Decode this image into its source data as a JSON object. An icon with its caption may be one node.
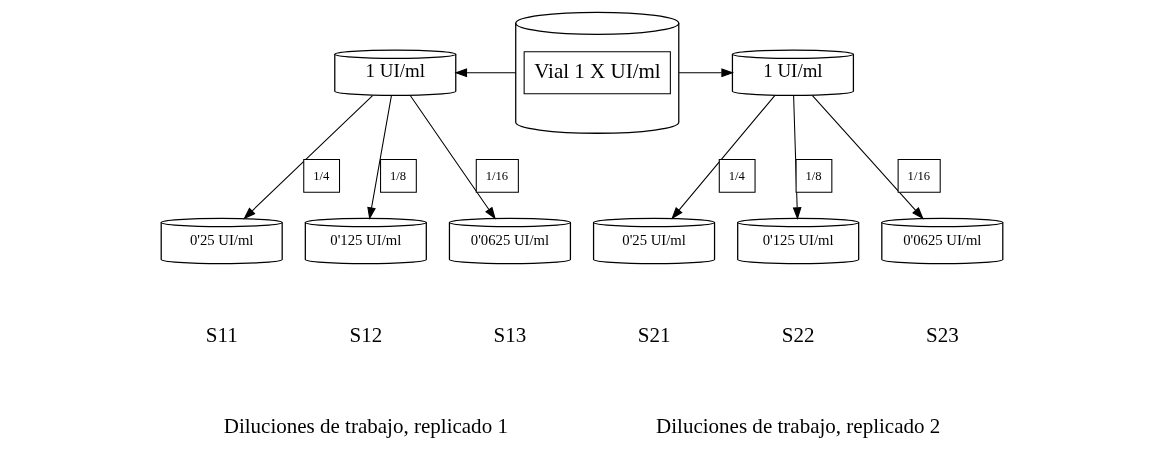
{
  "diagram": {
    "nodes": [
      {
        "text": [
          "Vial 1 X UI/ml"
        ]
      },
      {
        "text": [
          "1 UI/ml"
        ]
      },
      {
        "text": [
          "1 UI/ml"
        ]
      },
      {
        "text": [
          "0'25 UI/ml"
        ],
        "beside": [
          "S11"
        ]
      },
      {
        "text": [
          "0'125 UI/ml"
        ],
        "beside": [
          "S12"
        ]
      },
      {
        "text": [
          "0'0625 UI/ml"
        ],
        "beside": [
          "S13"
        ]
      },
      {
        "text": [
          "0'25 UI/ml"
        ],
        "beside": [
          "S21"
        ]
      },
      {
        "text": [
          "0'125 UI/ml"
        ],
        "beside": [
          "S22"
        ]
      },
      {
        "text": [
          "0'0625 UI/ml"
        ],
        "beside": [
          "S23"
        ]
      }
    ],
    "edges": [
      {
        "from": 0,
        "to": 1,
        "arrow": "to"
      },
      {
        "from": 0,
        "to": 2,
        "arrow": "to"
      },
      {
        "from": 1,
        "to": 3,
        "arrow": "to",
        "label": "1/4"
      },
      {
        "from": 1,
        "to": 4,
        "arrow": "to",
        "label": "1/8"
      },
      {
        "from": 1,
        "to": 5,
        "arrow": "to",
        "label": "1/16"
      },
      {
        "from": 2,
        "to": 6,
        "arrow": "to",
        "label": "1/4"
      },
      {
        "from": 2,
        "to": 7,
        "arrow": "to",
        "label": "1/8"
      },
      {
        "from": 2,
        "to": 8,
        "arrow": "to",
        "label": "1/16"
      }
    ],
    "labels": [
      "Diluciones de trabajo, replicado 1",
      "Diluciones de trabajo, replicado 2"
    ]
  }
}
